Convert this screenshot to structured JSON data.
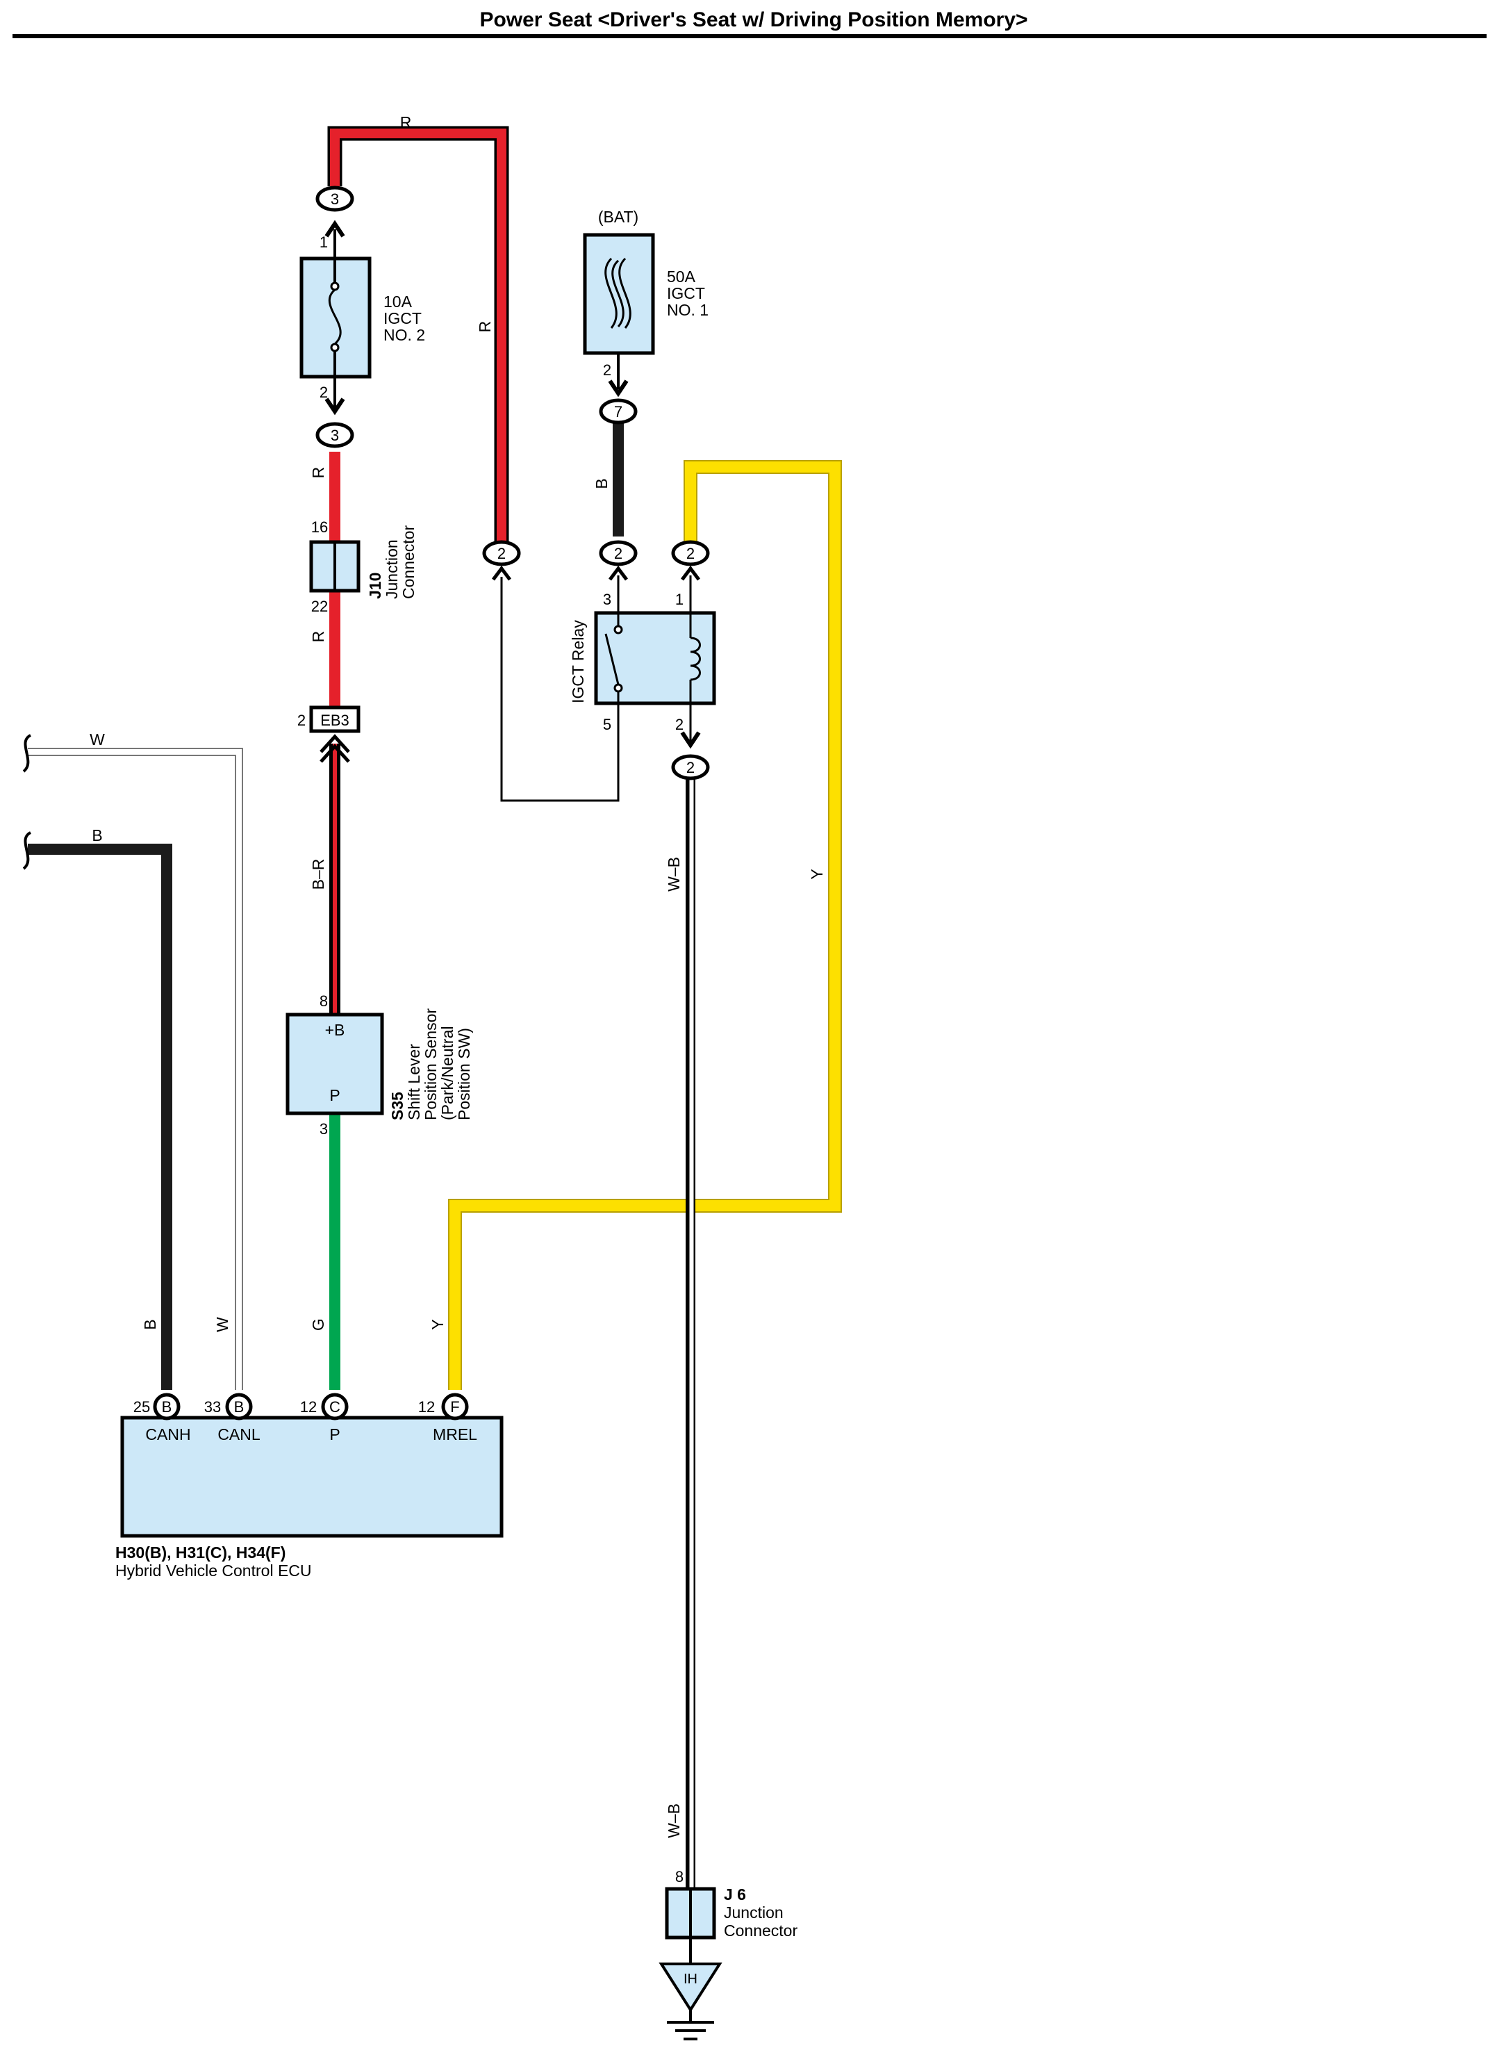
{
  "title": "Power Seat <Driver's Seat w/ Driving Position Memory>",
  "colors": {
    "R": "#e5212b",
    "Y": "#fde000",
    "B": "#1b1b1b",
    "G": "#00a650",
    "W": "#ffffff",
    "component_fill": "#cde8f8"
  },
  "wire_labels": {
    "r_top": "R",
    "r_vertical_right": "R",
    "r_below_fuse": "R",
    "r_below_j10": "R",
    "b_bat": "B",
    "br": "B–R",
    "wb_upper": "W–B",
    "wb_lower": "W–B",
    "y_right": "Y",
    "y_left": "Y",
    "w_top": "W",
    "b_top": "B",
    "b_ecu": "B",
    "w_ecu": "W",
    "g_ecu": "G"
  },
  "connectors": {
    "c3_top": "3",
    "c3_bottom": "3",
    "c2_r": "2",
    "c7": "7",
    "c2_relay3": "2",
    "c2_relay1": "2",
    "c2_relay2": "2",
    "eb3": "EB3",
    "ecu_canh": "B",
    "ecu_canl": "B",
    "ecu_p": "C",
    "ecu_mrel": "F"
  },
  "pins": {
    "fuse10_top": "1",
    "fuse10_bottom": "2",
    "fuse50_bottom": "2",
    "j10_top": "16",
    "j10_bottom": "22",
    "eb3_pin": "2",
    "relay_3": "3",
    "relay_1": "1",
    "relay_5": "5",
    "relay_2": "2",
    "s35_top": "8",
    "s35_bottom": "3",
    "ecu_25": "25",
    "ecu_33": "33",
    "ecu_12a": "12",
    "ecu_12b": "12",
    "j6_pin": "8"
  },
  "components": {
    "fuse10": {
      "rating": "10A",
      "name1": "IGCT",
      "name2": "NO. 2"
    },
    "fuse50": {
      "source": "(BAT)",
      "rating": "50A",
      "name1": "IGCT",
      "name2": "NO. 1"
    },
    "j10": {
      "code": "J10",
      "line1": "Junction",
      "line2": "Connector"
    },
    "relay": {
      "name": "IGCT Relay"
    },
    "s35": {
      "code": "S35",
      "line1": "Shift Lever",
      "line2": "Position Sensor",
      "line3": "(Park/Neutral",
      "line4": "Position SW)",
      "terminal_top": "+B",
      "terminal_bottom": "P"
    },
    "ecu": {
      "codes": "H30(B), H31(C), H34(F)",
      "name": "Hybrid Vehicle Control ECU",
      "terminals": [
        "CANH",
        "CANL",
        "P",
        "MREL"
      ]
    },
    "j6": {
      "code": "J 6",
      "line1": "Junction",
      "line2": "Connector"
    },
    "ground": {
      "code": "IH"
    }
  }
}
